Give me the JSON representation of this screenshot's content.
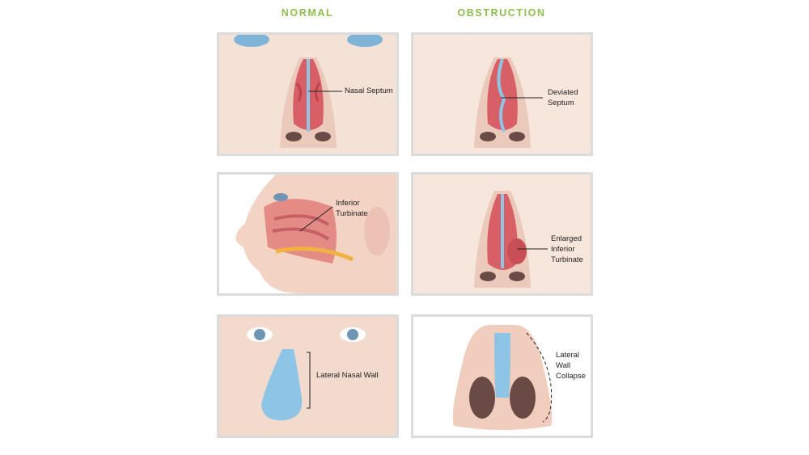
{
  "columns": {
    "normal": "NORMAL",
    "obstruction": "OBSTRUCTION"
  },
  "panels": {
    "septum_normal": {
      "label": "Nasal Septum"
    },
    "septum_deviated": {
      "label_line1": "Deviated",
      "label_line2": "Septum"
    },
    "turbinate_normal": {
      "label_line1": "Inferior",
      "label_line2": "Turbinate"
    },
    "turbinate_enlarged": {
      "label_line1": "Enlarged",
      "label_line2": "Inferior",
      "label_line3": "Turbinate"
    },
    "wall_normal": {
      "label": "Lateral Nasal Wall"
    },
    "wall_collapse": {
      "label_line1": "Lateral",
      "label_line2": "Wall",
      "label_line3": "Collapse"
    }
  },
  "colors": {
    "heading": "#8dbf4d",
    "panel_border": "#dcdcdc",
    "skin": "#f3dccf",
    "tissue": "#d85f66",
    "cartilage": "#8ec5e6"
  }
}
